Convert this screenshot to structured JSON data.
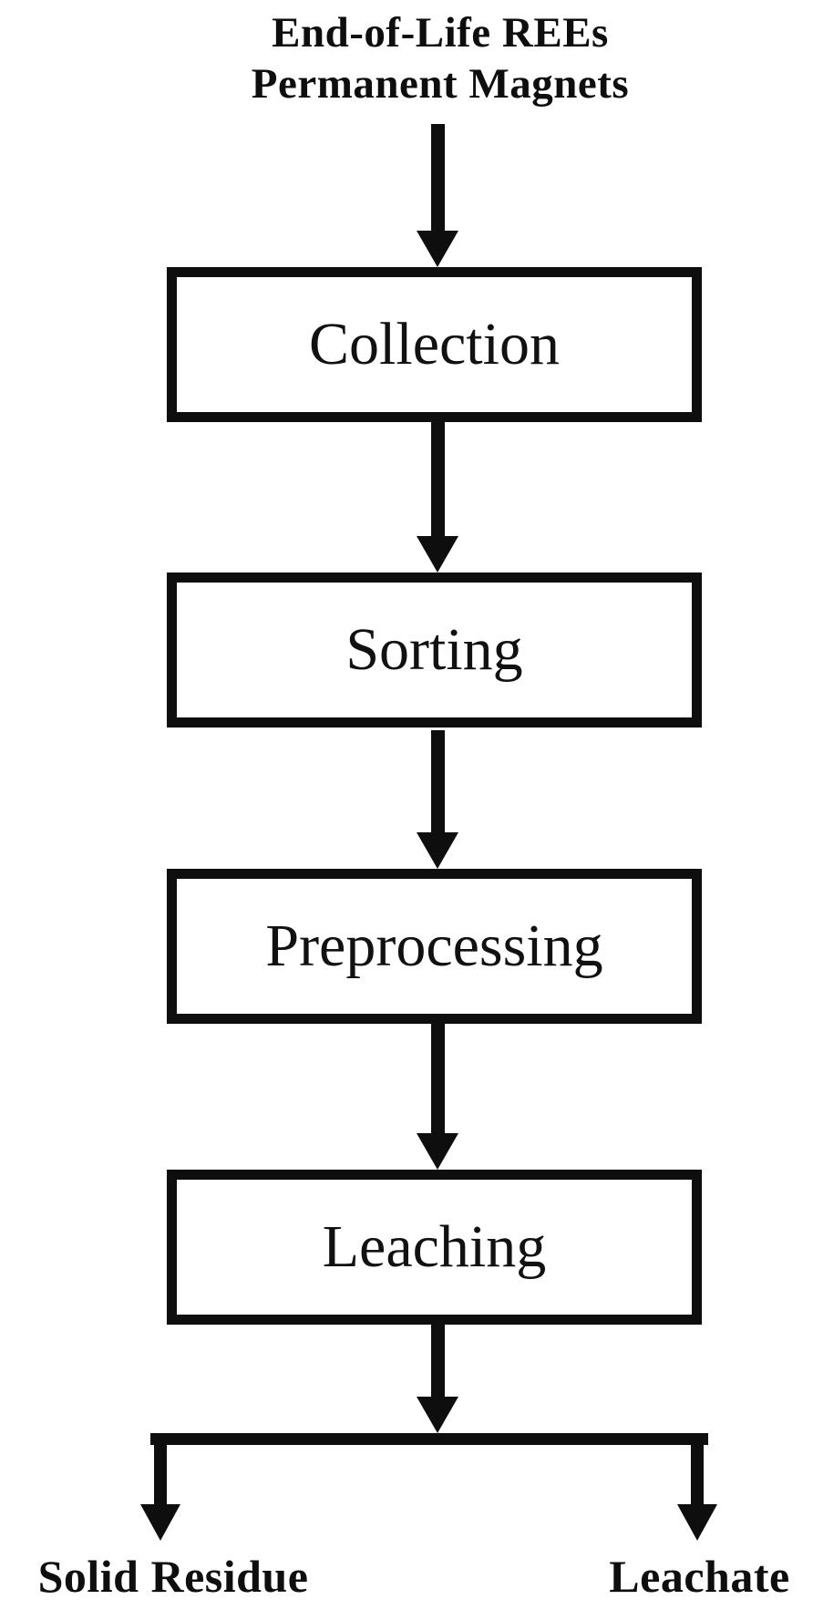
{
  "flowchart": {
    "source": {
      "line1": "End-of-Life REEs",
      "line2": "Permanent Magnets"
    },
    "steps": [
      {
        "id": "collection",
        "label": "Collection"
      },
      {
        "id": "sorting",
        "label": "Sorting"
      },
      {
        "id": "preprocessing",
        "label": "Preprocessing"
      },
      {
        "id": "leaching",
        "label": "Leaching"
      }
    ],
    "outputs": [
      {
        "id": "solid-residue",
        "label": "Solid Residue"
      },
      {
        "id": "leachate",
        "label": "Leachate"
      }
    ],
    "colors": {
      "line": "#0e0e0e",
      "background": "#ffffff",
      "box_fill": "#ffffff",
      "text": "#111111"
    }
  }
}
